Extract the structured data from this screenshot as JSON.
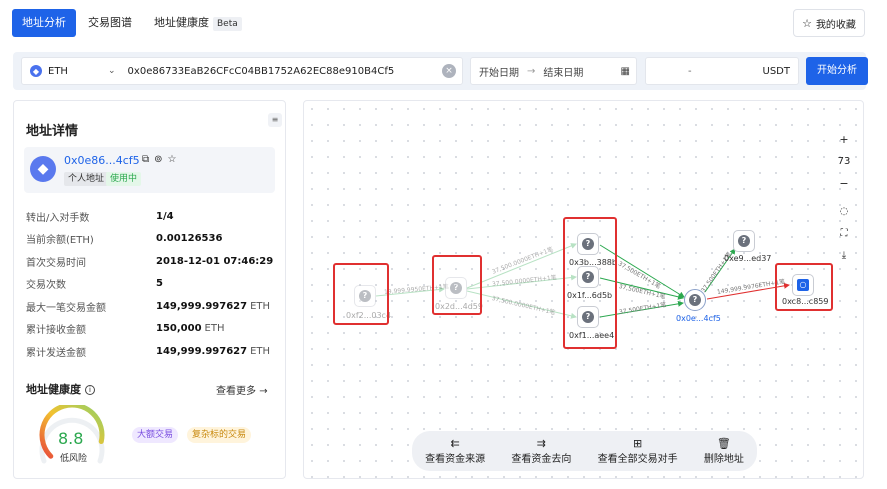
{
  "tabs": [
    {
      "label": "地址分析",
      "active": true
    },
    {
      "label": "交易图谱",
      "active": false
    },
    {
      "label": "地址健康度",
      "active": false,
      "badge": "Beta"
    }
  ],
  "favorites_label": "我的收藏",
  "search": {
    "chain": "ETH",
    "address": "0x0e86733EaB26CFcC04BB1752A62EC88e910B4Cf5",
    "start_date_placeholder": "开始日期",
    "end_date_placeholder": "结束日期",
    "amount_separator": "-",
    "amount_unit": "USDT",
    "analyze_label": "开始分析"
  },
  "detail": {
    "title": "地址详情",
    "address_short": "0x0e86...4cf5",
    "tags": [
      "个人地址",
      "使用中"
    ],
    "stats": [
      {
        "label": "转出/入对手数",
        "value": "1/4",
        "unit": ""
      },
      {
        "label": "当前余额(ETH)",
        "value": "0.00126536",
        "unit": ""
      },
      {
        "label": "首次交易时间",
        "value": "2018-12-01 07:46:29",
        "unit": ""
      },
      {
        "label": "交易次数",
        "value": "5",
        "unit": ""
      },
      {
        "label": "最大一笔交易金额",
        "value": "149,999.997627",
        "unit": "ETH"
      },
      {
        "label": "累计接收金额",
        "value": "150,000",
        "unit": "ETH"
      },
      {
        "label": "累计发送金额",
        "value": "149,999.997627",
        "unit": "ETH"
      }
    ]
  },
  "health": {
    "title": "地址健康度",
    "more_label": "查看更多",
    "score": "8.8",
    "score_fraction": 0.88,
    "level": "低风险",
    "tags": [
      "大额交易",
      "复杂标的交易"
    ]
  },
  "graph": {
    "zoom_in": "+",
    "zoom_level": "73",
    "zoom_out": "−",
    "nodes": [
      {
        "id": "n1",
        "label": "0xf2...03c4"
      },
      {
        "id": "n2",
        "label": "0x2d...4d59"
      },
      {
        "id": "n3",
        "label": "0x3b...388b"
      },
      {
        "id": "n4",
        "label": "0x1f...6d5b"
      },
      {
        "id": "n5",
        "label": "0xf1...aee4"
      },
      {
        "id": "n6",
        "label": "0x0e...4cf5"
      },
      {
        "id": "n7",
        "label": "0xe9...ed37"
      },
      {
        "id": "n8",
        "label": "0xc8...c859"
      }
    ],
    "edges": [
      {
        "label": "19,999.9950ETH+1笔"
      },
      {
        "label": "37,500.0000ETH+1笔"
      },
      {
        "label": "37,500.0000ETH+1笔"
      },
      {
        "label": "37,500.0000ETH+1笔"
      },
      {
        "label": "37,500ETH+1笔"
      },
      {
        "label": "37,500ETH+1笔"
      },
      {
        "label": "37,500ETH+1笔"
      },
      {
        "label": "37,500ETH+1笔"
      },
      {
        "label": "149,999.9976ETH+1笔"
      }
    ],
    "actions": [
      "查看资金来源",
      "查看资金去向",
      "查看全部交易对手",
      "删除地址"
    ]
  }
}
